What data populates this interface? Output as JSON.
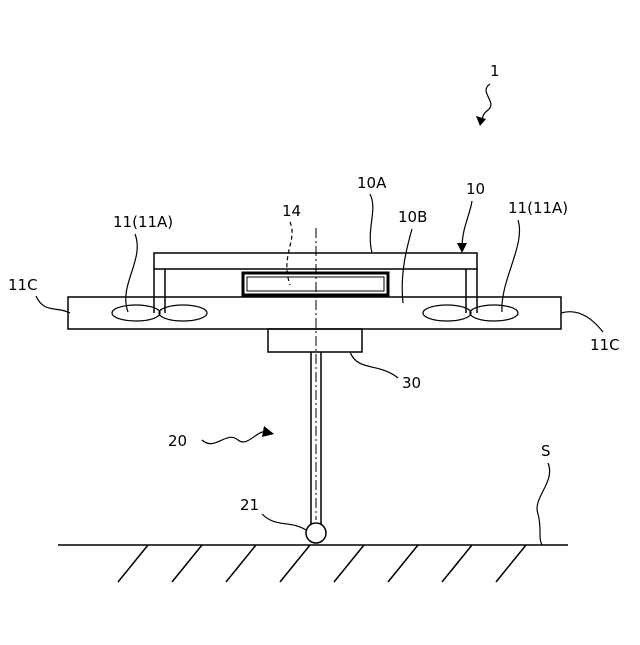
{
  "figure": {
    "labels": {
      "device": "1",
      "body": "10",
      "upper_plate": "10A",
      "lower_plate": "10B",
      "rotor_left": "11(11A)",
      "rotor_right": "11(11A)",
      "arm_left": "11C",
      "arm_right": "11C",
      "component_14": "14",
      "probe": "20",
      "probe_tip": "21",
      "mount": "30",
      "ground": "S"
    }
  }
}
